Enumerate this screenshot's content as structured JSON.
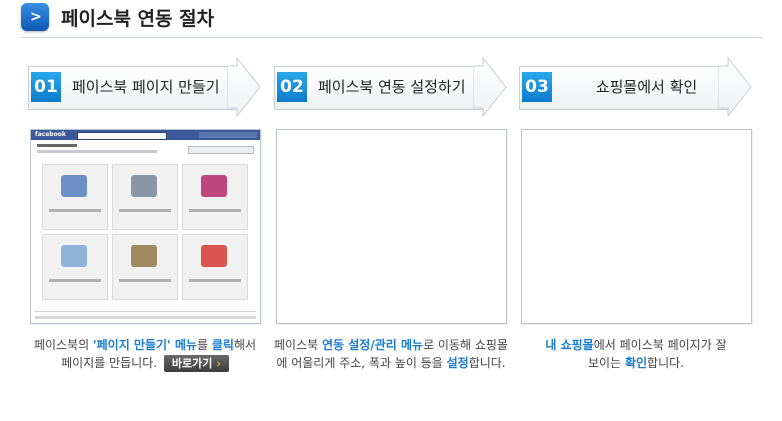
{
  "header": {
    "title": "페이스북 연동 절차"
  },
  "steps": [
    {
      "num": "01",
      "label": "페이스북 페이지 만들기"
    },
    {
      "num": "02",
      "label": "페이스북 연동 설정하기"
    },
    {
      "num": "03",
      "label": "쇼핑몰에서 확인"
    }
  ],
  "captions": {
    "step1": {
      "pre": "페이스북의 ",
      "hl1": "'페이지 만들기' 메뉴",
      "mid1": "를 ",
      "hl2": "클릭",
      "post1": "해서",
      "line2": "페이지를 만듭니다.",
      "button": "바로가기"
    },
    "step2": {
      "pre": "페이스북 ",
      "hl1": "연동 설정/관리 메뉴",
      "post1": "로 이동해 쇼핑몰",
      "line2_pre": "에 어울리게 주소, 폭과 높이 등을 ",
      "hl2": "설정",
      "line2_post": "합니다."
    },
    "step3": {
      "hl1": "내 쇼핑몰",
      "post1": "에서 페이스북 페이지가 잘",
      "line2_pre": "보이는 ",
      "hl2": "확인",
      "line2_post": "합니다."
    }
  },
  "facebook_preview": {
    "logo": "facebook",
    "tile_colors": [
      "#6b8fc7",
      "#8a96a8",
      "#c0457f",
      "#8fb3d9",
      "#a08a62",
      "#d9534f"
    ]
  }
}
